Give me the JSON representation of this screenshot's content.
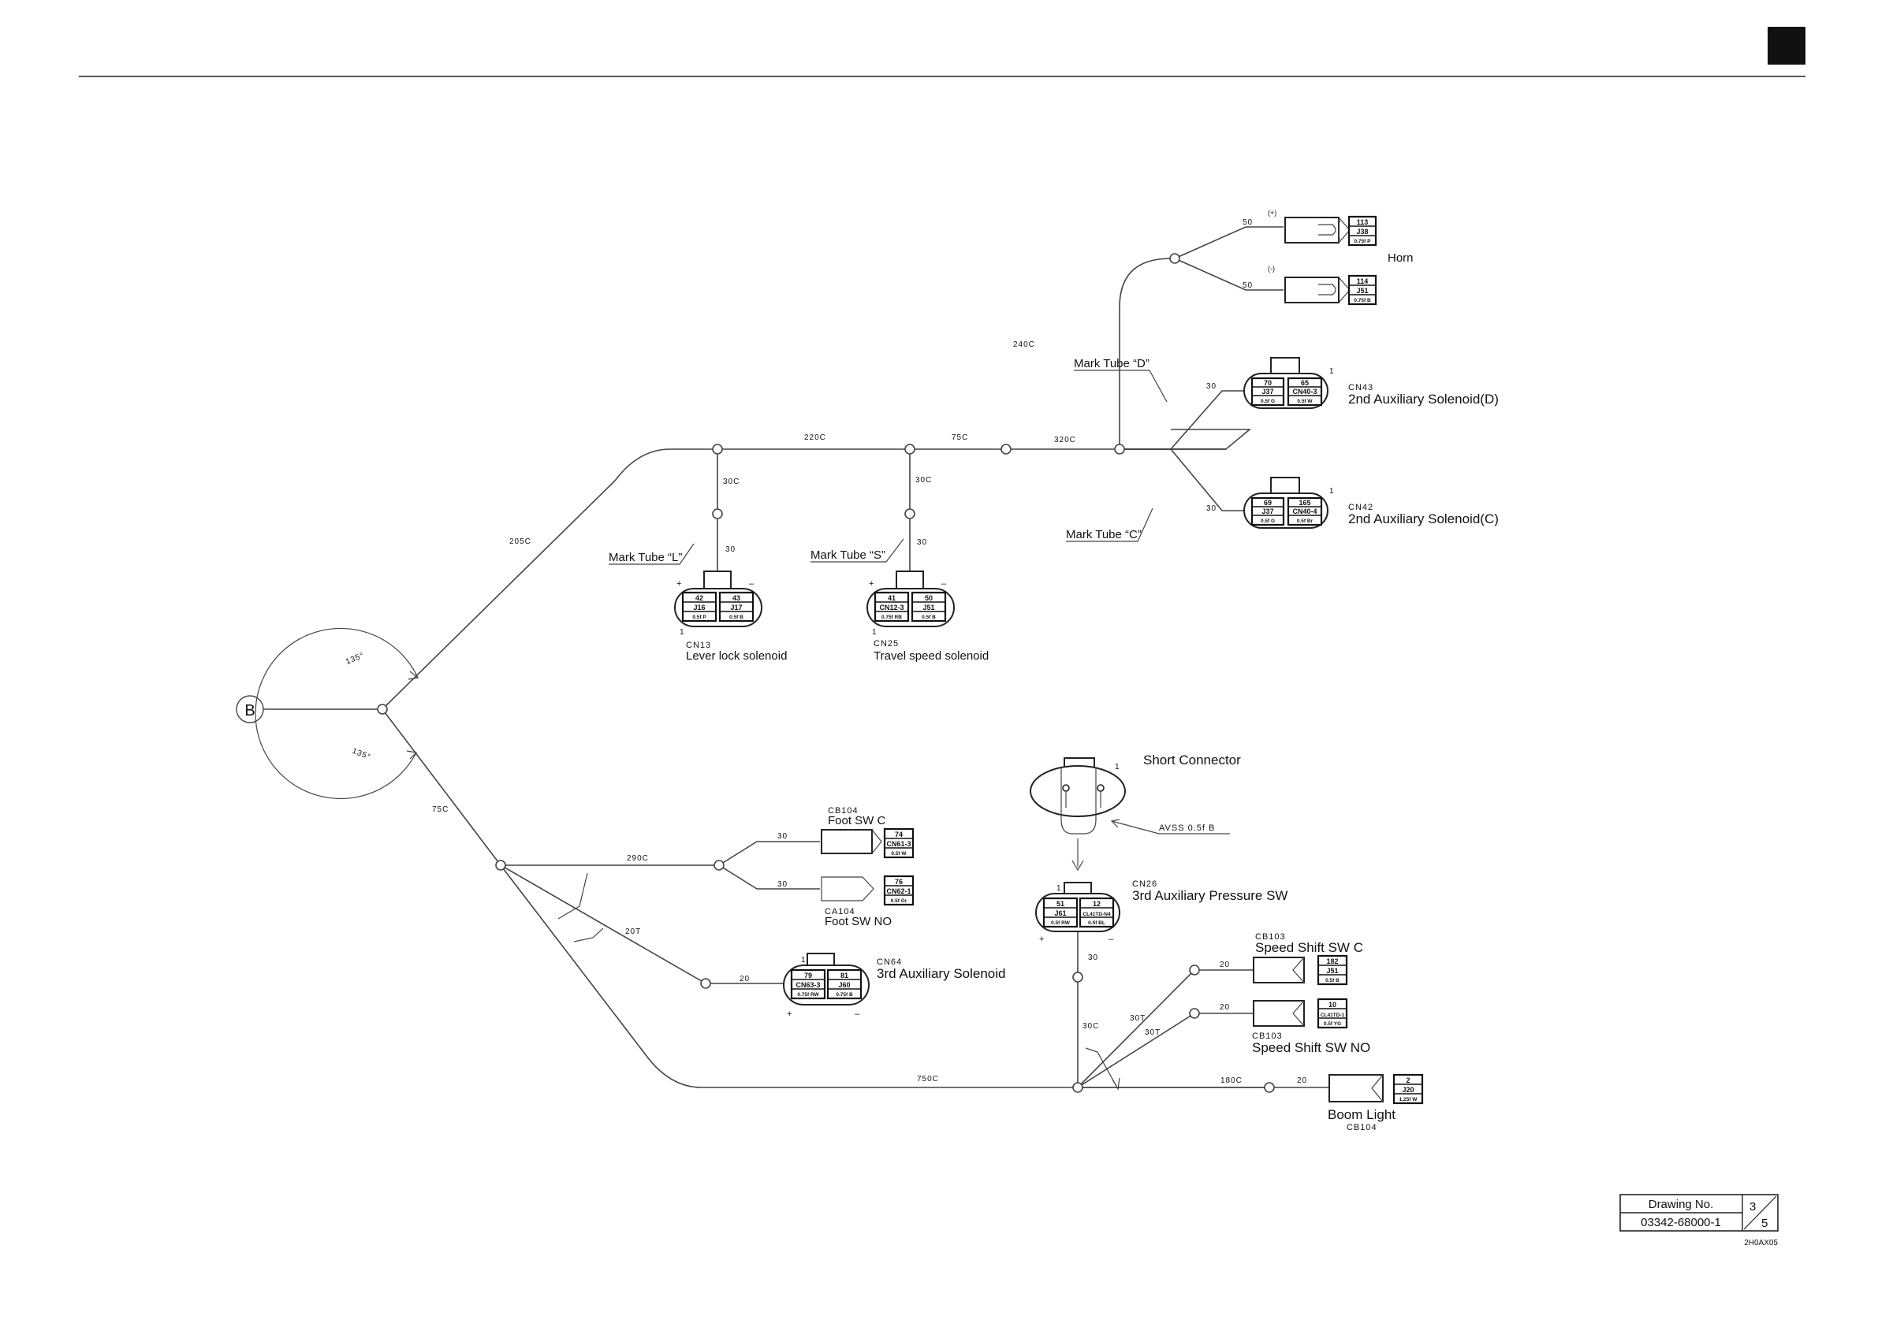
{
  "branch": {
    "id": "B",
    "angle_top": "135°",
    "angle_bottom": "135°"
  },
  "segments": {
    "s205c": "205C",
    "s220c": "220C",
    "s75c_top": "75C",
    "s320c": "320C",
    "s240c": "240C",
    "s50_plus": "50",
    "s50_minus": "50",
    "s30_d": "30",
    "s30_c": "30",
    "s30c_l": "30C",
    "s30_l": "30",
    "s30c_s": "30C",
    "s30_s": "30",
    "s75c_low": "75C",
    "s290c": "290C",
    "s30_fsc": "30",
    "s30_fsno": "30",
    "s20t": "20T",
    "s20_aux3": "20",
    "s750c": "750C",
    "s30_press": "30",
    "s30c_v": "30C",
    "s30t_1": "30T",
    "s30t_2": "30T",
    "s20_ssc": "20",
    "s20_ssno": "20",
    "s180c": "180C",
    "s20_boom": "20",
    "avss": "AVSS 0.5f B"
  },
  "horn": {
    "label": "Horn",
    "plus": {
      "sign": "(+)",
      "pin": "113",
      "jc": "J38",
      "wire": "0.75f P"
    },
    "minus": {
      "sign": "(-)",
      "pin": "114",
      "jc": "J51",
      "wire": "0.75f B"
    }
  },
  "mark_tubes": {
    "d": "Mark Tube “D”",
    "c": "Mark Tube “C”",
    "l": "Mark Tube “L”",
    "s": "Mark Tube “S”"
  },
  "cn43": {
    "code": "CN43",
    "name": "2nd Auxiliary Solenoid(D)",
    "one": "1",
    "a": {
      "pin": "70",
      "jc": "J37",
      "wire": "0.5f G"
    },
    "b": {
      "pin": "65",
      "jc": "CN40-3",
      "wire": "0.5f W"
    }
  },
  "cn42": {
    "code": "CN42",
    "name": "2nd Auxiliary Solenoid(C)",
    "one": "1",
    "a": {
      "pin": "69",
      "jc": "J37",
      "wire": "0.5f G"
    },
    "b": {
      "pin": "165",
      "jc": "CN40-4",
      "wire": "0.5f Br"
    }
  },
  "cn13": {
    "code": "CN13",
    "name": "Lever lock solenoid",
    "plus": "+",
    "minus": "–",
    "one": "1",
    "a": {
      "pin": "42",
      "jc": "J16",
      "wire": "0.5f P"
    },
    "b": {
      "pin": "43",
      "jc": "J17",
      "wire": "0.5f B"
    }
  },
  "cn25": {
    "code": "CN25",
    "name": "Travel speed solenoid",
    "plus": "+",
    "minus": "–",
    "one": "1",
    "a": {
      "pin": "41",
      "jc": "CN12-3",
      "wire": "0.75f RB"
    },
    "b": {
      "pin": "50",
      "jc": "J51",
      "wire": "0.5f B"
    }
  },
  "short_connector": {
    "name": "Short Connector",
    "one": "1"
  },
  "cn26": {
    "code": "CN26",
    "name": "3rd Auxiliary Pressure SW",
    "one": "1",
    "plus": "+",
    "minus": "–",
    "a": {
      "pin": "51",
      "jc": "J61",
      "wire": "0.5f RW"
    },
    "b": {
      "pin": "12",
      "jc": "CL41TD-N4",
      "wire": "0.5f BL"
    }
  },
  "cb104_fsc": {
    "code": "CB104",
    "name": "Foot SW C",
    "pin": "74",
    "jc": "CN61-3",
    "wire": "0.5f W"
  },
  "ca104_fsno": {
    "code": "CA104",
    "name": "Foot SW NO",
    "pin": "76",
    "jc": "CN62-1",
    "wire": "0.5f Gr"
  },
  "cn64": {
    "code": "CN64",
    "name": "3rd Auxiliary Solenoid",
    "one": "1",
    "plus": "+",
    "minus": "–",
    "a": {
      "pin": "79",
      "jc": "CN63-3",
      "wire": "0.75f RW"
    },
    "b": {
      "pin": "81",
      "jc": "J60",
      "wire": "0.75f B"
    }
  },
  "cb103_ssc": {
    "code": "CB103",
    "name": "Speed Shift SW C",
    "pin": "182",
    "jc": "J51",
    "wire": "0.5f B"
  },
  "cb103_ssno": {
    "code": "CB103",
    "name": "Speed Shift SW NO",
    "pin": "10",
    "jc": "CL41TD-1",
    "wire": "0.5f YG"
  },
  "boom_light": {
    "code": "CB104",
    "name": "Boom Light",
    "pin": "2",
    "jc": "J20",
    "wire": "1.25f W"
  },
  "title_block": {
    "label": "Drawing No.",
    "number": "03342-68000-1",
    "sheet": "3",
    "of": "5"
  },
  "doc_code": "2H0AX05"
}
